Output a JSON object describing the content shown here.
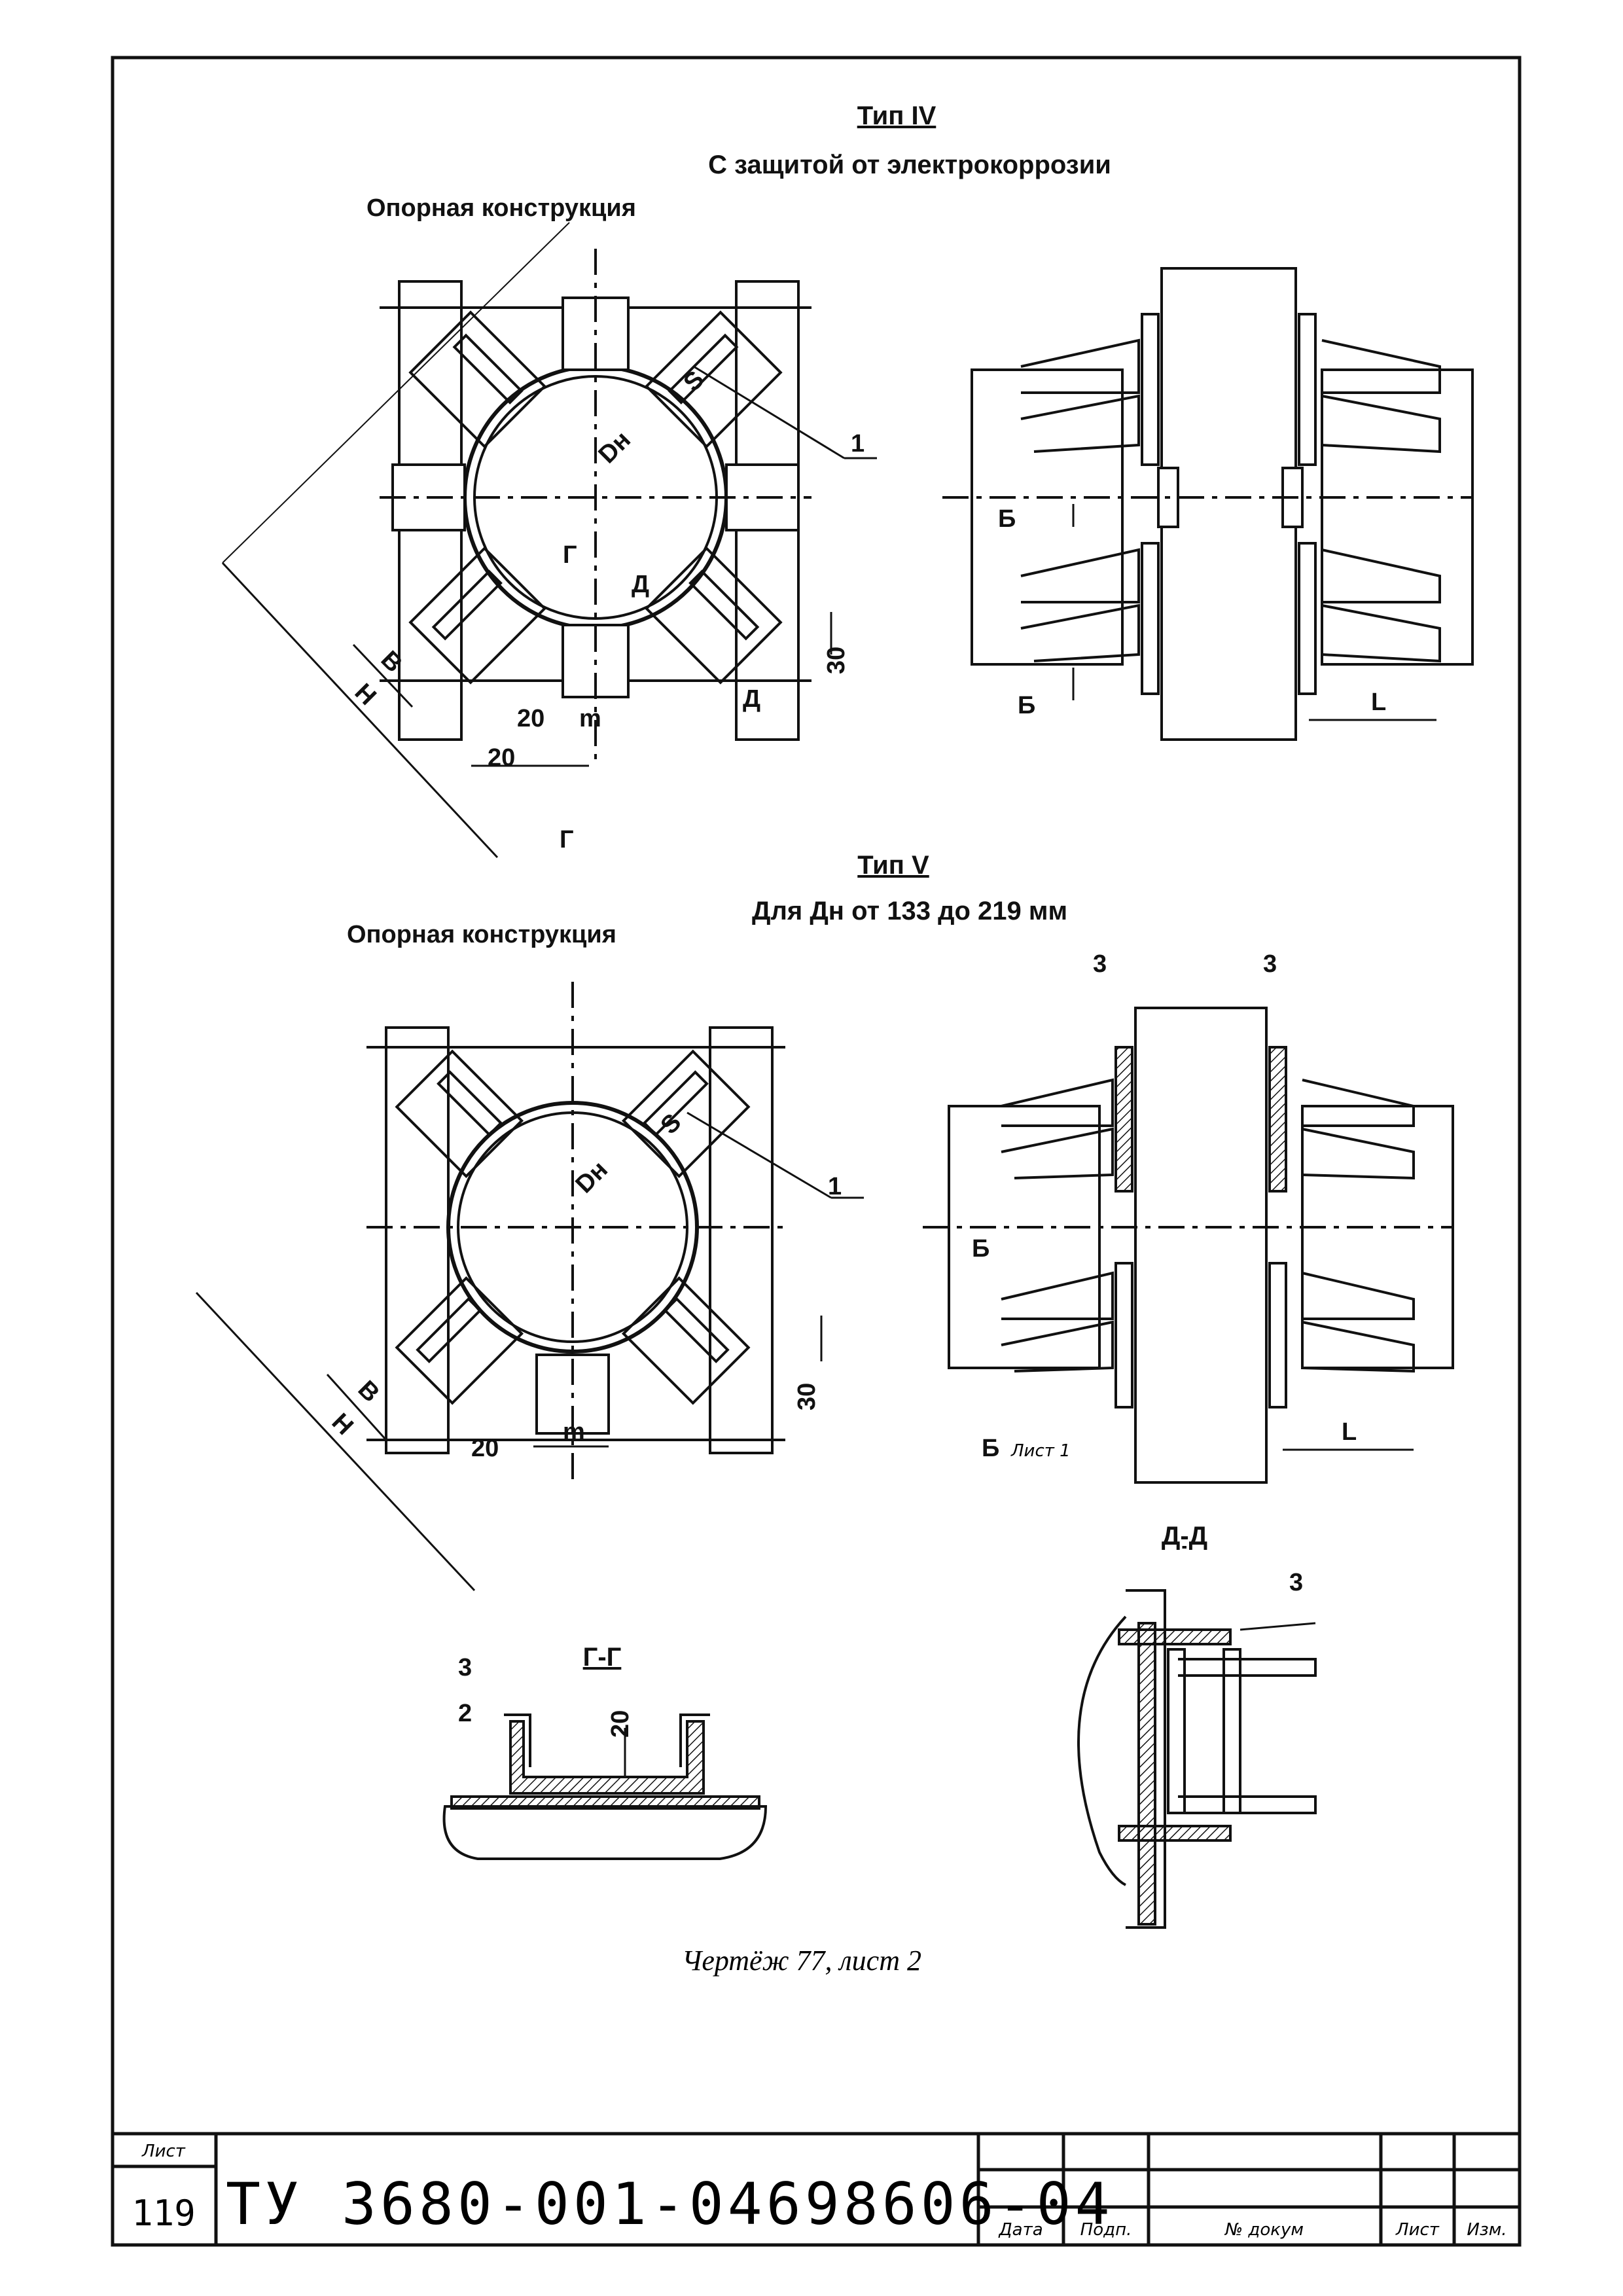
{
  "type4": {
    "title": "Тип IV",
    "subtitle": "С защитой от электрокоррозии",
    "support_label": "Опорная конструкция",
    "dims": {
      "s": "S",
      "dn": "Dн",
      "b": "B",
      "h": "H",
      "g1": "Г",
      "g2": "Г",
      "d1": "Д",
      "d2": "Д",
      "twenty1": "20",
      "twenty2": "20",
      "m": "m",
      "thirty": "30",
      "one": "1",
      "b_cut1": "Б",
      "b_cut2": "Б",
      "l": "L"
    }
  },
  "type5": {
    "title": "Тип V",
    "subtitle": "Для Дн от 133 до 219 мм",
    "support_label": "Опорная конструкция",
    "dims": {
      "s": "S",
      "dn": "Dн",
      "b": "B",
      "h": "H",
      "twenty": "20",
      "m": "m",
      "thirty": "30",
      "one": "1",
      "three_a": "3",
      "three_b": "3",
      "b_cut1": "Б",
      "b_cut2": "Б",
      "list1": "Лист 1",
      "l": "L"
    }
  },
  "section_gg": {
    "title": "Г-Г",
    "three": "3",
    "two": "2",
    "twenty": "20"
  },
  "section_dd": {
    "title": "Д-Д",
    "three": "3"
  },
  "caption": "Чертёж 77, лист 2",
  "title_block": {
    "sheet_label": "Лист",
    "sheet_number": "119",
    "doc_code": "ТУ 3680-001-04698606-04",
    "cols": [
      "Дата",
      "Подп.",
      "№ докум",
      "Лист",
      "Изм."
    ]
  }
}
